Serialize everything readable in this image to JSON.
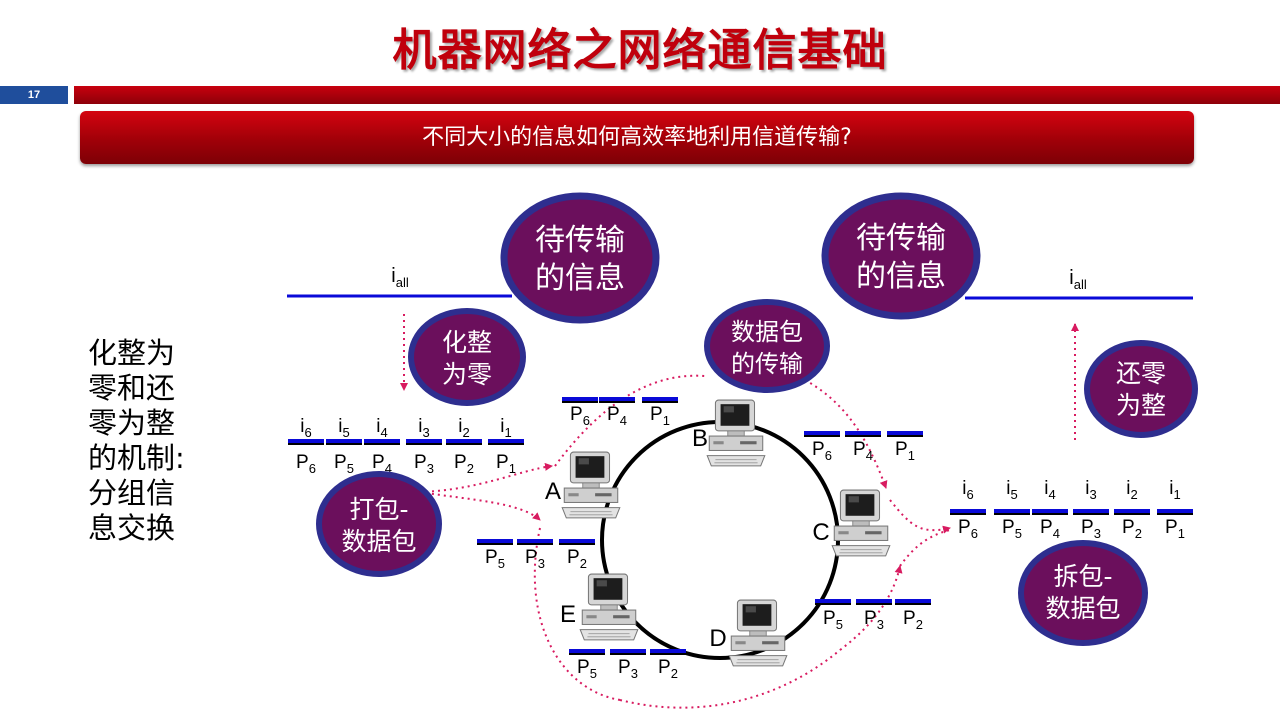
{
  "title": "机器网络之网络通信基础",
  "page_number": "17",
  "banner": "不同大小的信息如何高效率地利用信道传输?",
  "side_text": [
    "化整为",
    "零和还",
    "零为整",
    "的机制:",
    "分组信",
    "息交换"
  ],
  "bubbles": {
    "send_info": [
      "待传输",
      "的信息"
    ],
    "recv_info": [
      "待传输",
      "的信息"
    ],
    "split": [
      "化整",
      "为零"
    ],
    "transmit": [
      "数据包",
      "的传输"
    ],
    "reassemble": [
      "还零",
      "为整"
    ],
    "pack": [
      "打包-",
      "数据包"
    ],
    "unpack": [
      "拆包-",
      "数据包"
    ]
  },
  "i_all_label": {
    "base": "i",
    "sub": "all"
  },
  "sender_i": [
    {
      "b": "i",
      "s": "6"
    },
    {
      "b": "i",
      "s": "5"
    },
    {
      "b": "i",
      "s": "4"
    },
    {
      "b": "i",
      "s": "3"
    },
    {
      "b": "i",
      "s": "2"
    },
    {
      "b": "i",
      "s": "1"
    }
  ],
  "sender_p": [
    {
      "b": "P",
      "s": "6"
    },
    {
      "b": "P",
      "s": "5"
    },
    {
      "b": "P",
      "s": "4"
    },
    {
      "b": "P",
      "s": "3"
    },
    {
      "b": "P",
      "s": "2"
    },
    {
      "b": "P",
      "s": "1"
    }
  ],
  "receiver_i": [
    {
      "b": "i",
      "s": "6"
    },
    {
      "b": "i",
      "s": "5"
    },
    {
      "b": "i",
      "s": "4"
    },
    {
      "b": "i",
      "s": "3"
    },
    {
      "b": "i",
      "s": "2"
    },
    {
      "b": "i",
      "s": "1"
    }
  ],
  "receiver_p": [
    {
      "b": "P",
      "s": "6"
    },
    {
      "b": "P",
      "s": "5"
    },
    {
      "b": "P",
      "s": "4"
    },
    {
      "b": "P",
      "s": "3"
    },
    {
      "b": "P",
      "s": "2"
    },
    {
      "b": "P",
      "s": "1"
    }
  ],
  "nodes": [
    "A",
    "B",
    "C",
    "D",
    "E"
  ],
  "packet_groups": {
    "top_a": [
      {
        "b": "P",
        "s": "6"
      },
      {
        "b": "P",
        "s": "4"
      },
      {
        "b": "P",
        "s": "1"
      }
    ],
    "top_b": [
      {
        "b": "P",
        "s": "6"
      },
      {
        "b": "P",
        "s": "4"
      },
      {
        "b": "P",
        "s": "1"
      }
    ],
    "mid_left": [
      {
        "b": "P",
        "s": "5"
      },
      {
        "b": "P",
        "s": "3"
      },
      {
        "b": "P",
        "s": "2"
      }
    ],
    "mid_right": [
      {
        "b": "P",
        "s": "5"
      },
      {
        "b": "P",
        "s": "3"
      },
      {
        "b": "P",
        "s": "2"
      }
    ],
    "bottom": [
      {
        "b": "P",
        "s": "5"
      },
      {
        "b": "P",
        "s": "3"
      },
      {
        "b": "P",
        "s": "2"
      }
    ]
  },
  "colors": {
    "title_red": "#c0000c",
    "bubble_fill": "#6b0f5c",
    "bubble_ring": "#2e2e8f",
    "line_blue": "#0a0ad8",
    "arrow_pink": "#d81b60"
  }
}
